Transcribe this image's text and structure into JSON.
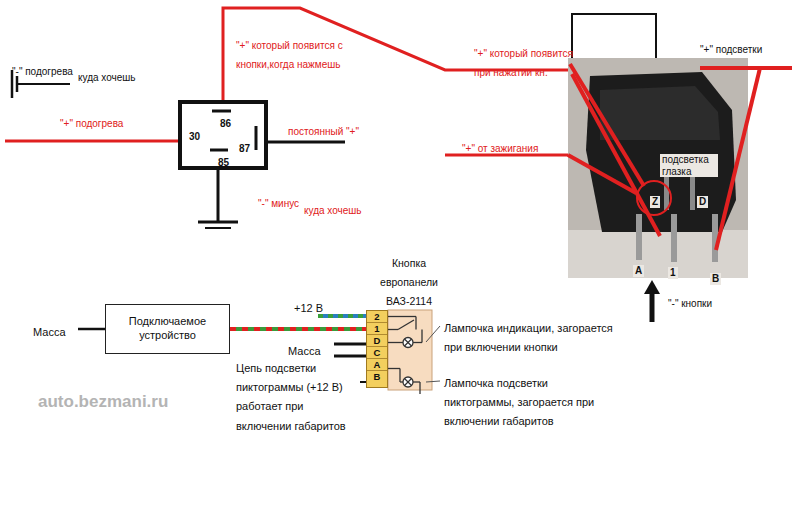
{
  "diagram": {
    "nodes": [
      {
        "text": [
          "86",
          "30",
          "87",
          "85"
        ]
      },
      {
        "text": [
          "подсветка глазка",
          "Z",
          "D",
          "A",
          "1",
          "B"
        ]
      },
      {
        "text": [
          "Подключаемое устройство"
        ]
      },
      {
        "text": [
          "2",
          "1",
          "D",
          "C",
          "A",
          "B"
        ]
      }
    ],
    "edges": [
      {
        "from": 0,
        "to": 1,
        "arrow": "none"
      },
      {
        "from": 2,
        "to": 3,
        "arrow": "none"
      }
    ],
    "labels": [
      "\"-\" подогрева",
      "куда хочешь",
      "\"+\" подогрева",
      "\"+\" который появится с кнопки,когда нажмешь",
      "постоянный \"+\"",
      "\"-\" минус",
      "куда хочешь",
      "\"+\" который появится при нажатии кн.",
      "\"+\" подсветки",
      "\"+\" от зажигания",
      "\"-\" кнопки",
      "Масса",
      "+12 В",
      "Кнопка европанели ВАЗ-2114",
      "Масса",
      "Цепь подсветки пиктограммы (+12 В) работает при включении габаритов",
      "Лампочка индикации, загорается при включении кнопки",
      "Лампочка подсветки пиктограммы, загорается при включении габаритов",
      "auto.bezmani.ru"
    ]
  }
}
